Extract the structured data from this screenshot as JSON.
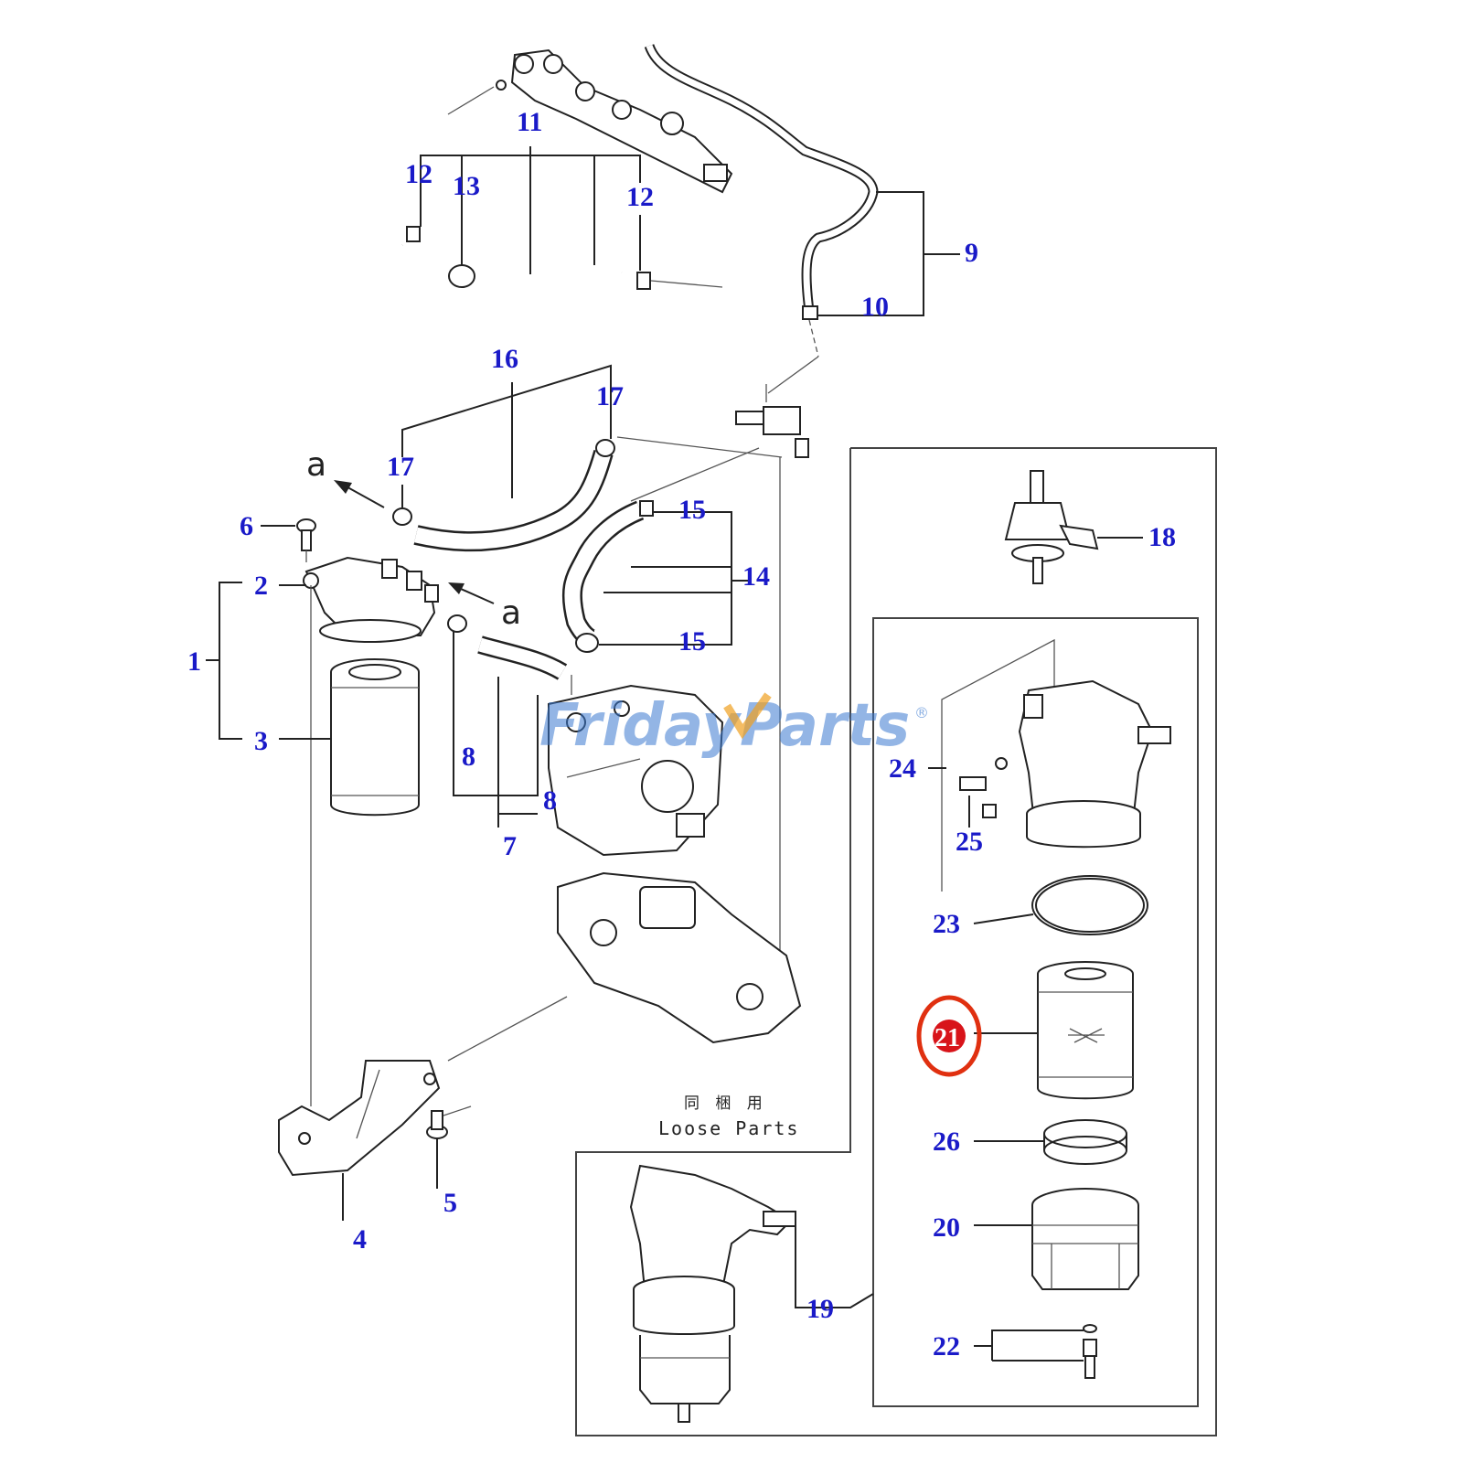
{
  "callouts": [
    {
      "id": "1",
      "label": "1"
    },
    {
      "id": "2",
      "label": "2"
    },
    {
      "id": "3",
      "label": "3"
    },
    {
      "id": "4",
      "label": "4"
    },
    {
      "id": "5",
      "label": "5"
    },
    {
      "id": "6",
      "label": "6"
    },
    {
      "id": "7",
      "label": "7"
    },
    {
      "id": "8a",
      "label": "8"
    },
    {
      "id": "8b",
      "label": "8"
    },
    {
      "id": "9",
      "label": "9"
    },
    {
      "id": "10",
      "label": "10"
    },
    {
      "id": "11",
      "label": "11"
    },
    {
      "id": "12a",
      "label": "12"
    },
    {
      "id": "12b",
      "label": "12"
    },
    {
      "id": "13",
      "label": "13"
    },
    {
      "id": "14",
      "label": "14"
    },
    {
      "id": "15a",
      "label": "15"
    },
    {
      "id": "15b",
      "label": "15"
    },
    {
      "id": "16",
      "label": "16"
    },
    {
      "id": "17a",
      "label": "17"
    },
    {
      "id": "17b",
      "label": "17"
    },
    {
      "id": "18",
      "label": "18"
    },
    {
      "id": "19",
      "label": "19"
    },
    {
      "id": "20",
      "label": "20"
    },
    {
      "id": "21",
      "label": "21"
    },
    {
      "id": "22",
      "label": "22"
    },
    {
      "id": "23",
      "label": "23"
    },
    {
      "id": "24",
      "label": "24"
    },
    {
      "id": "25",
      "label": "25"
    },
    {
      "id": "26",
      "label": "26"
    }
  ],
  "arrow_marks": {
    "a1": "a",
    "a2": "a"
  },
  "loose_parts": {
    "chinese": "同 梱 用",
    "english": "Loose Parts"
  },
  "watermark": {
    "part1": "Friday",
    "part2": "Parts",
    "reg": "®"
  },
  "highlight": {
    "callout": "21",
    "color": "#e03010"
  },
  "colors": {
    "callout_text": "#1a1ac8",
    "watermark": "#2f6fb5",
    "highlight_ring": "#e03010"
  }
}
